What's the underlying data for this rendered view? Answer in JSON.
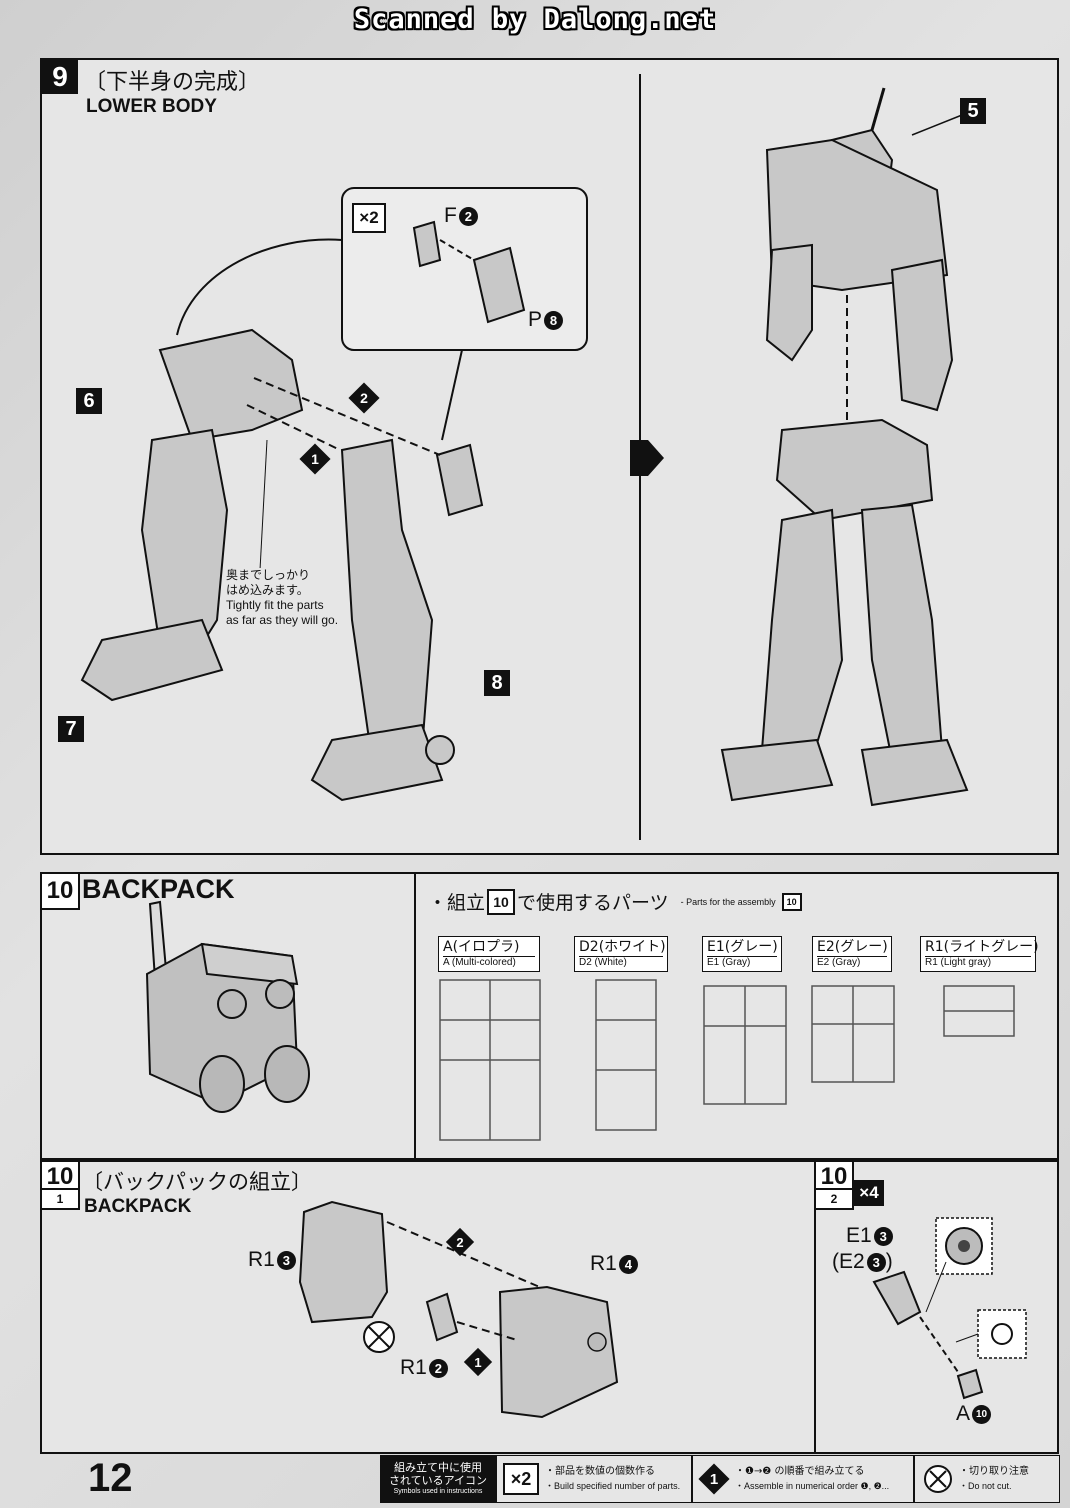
{
  "scan_banner": "Scanned by Dalong.net",
  "step9": {
    "number": "9",
    "title_jp": "〔下半身の完成〕",
    "title_en": "LOWER BODY",
    "inset_count": "×2",
    "parts": {
      "f2": "F",
      "f2_num": "2",
      "p8": "P",
      "p8_num": "8"
    },
    "arrows": {
      "a1": "1",
      "a2": "2"
    },
    "callouts": [
      "6",
      "7",
      "8",
      "5"
    ],
    "note_jp_1": "奥までしっかり",
    "note_jp_2": "はめ込みます。",
    "note_en_1": "Tightly fit the parts",
    "note_en_2": "as far as they will go."
  },
  "step10": {
    "number": "10",
    "title_en": "BACKPACK",
    "parts_heading_jp_a": "・組立",
    "parts_heading_num": "10",
    "parts_heading_jp_b": "で使用するパーツ",
    "parts_heading_en": "- Parts for the assembly",
    "runners": [
      {
        "jp": "A(イロプラ)",
        "en": "A (Multi-colored)"
      },
      {
        "jp": "D2(ホワイト)",
        "en": "D2 (White)"
      },
      {
        "jp": "E1(グレー)",
        "en": "E1 (Gray)"
      },
      {
        "jp": "E2(グレー)",
        "en": "E2 (Gray)"
      },
      {
        "jp": "R1(ライトグレー)",
        "en": "R1 (Light gray)"
      }
    ]
  },
  "step10_1": {
    "number": "10",
    "sub": "1",
    "title_jp": "〔バックパックの組立〕",
    "title_en": "BACKPACK",
    "parts": {
      "r13": "R1",
      "r13_num": "3",
      "r14": "R1",
      "r14_num": "4",
      "r12": "R1",
      "r12_num": "2"
    },
    "arrows": {
      "a1": "1",
      "a2": "2"
    }
  },
  "step10_2": {
    "number": "10",
    "sub": "2",
    "count": "×4",
    "parts": {
      "e13": "E1",
      "e13_num": "3",
      "e23": "E2",
      "e23_num": "3",
      "a10": "A",
      "a10_num": "10"
    }
  },
  "page_number": "12",
  "legend": {
    "title_jp_1": "組み立て中に使用",
    "title_jp_2": "されているアイコン",
    "title_en": "Symbols used in instructions",
    "x2": "×2",
    "x2_jp": "・部品を数値の個数作る",
    "x2_en": "・Build specified number of parts.",
    "order_num": "1",
    "order_jp": "・❶→❷ の順番で組み立てる",
    "order_en": "・Assemble in numerical order ❶, ❷...",
    "cut_jp": "・切り取り注意",
    "cut_en": "・Do not cut."
  },
  "colors": {
    "ink": "#111111",
    "panel": "#e6e6e6",
    "part": "#c8c8c8",
    "runner": "#bfbfbf"
  }
}
